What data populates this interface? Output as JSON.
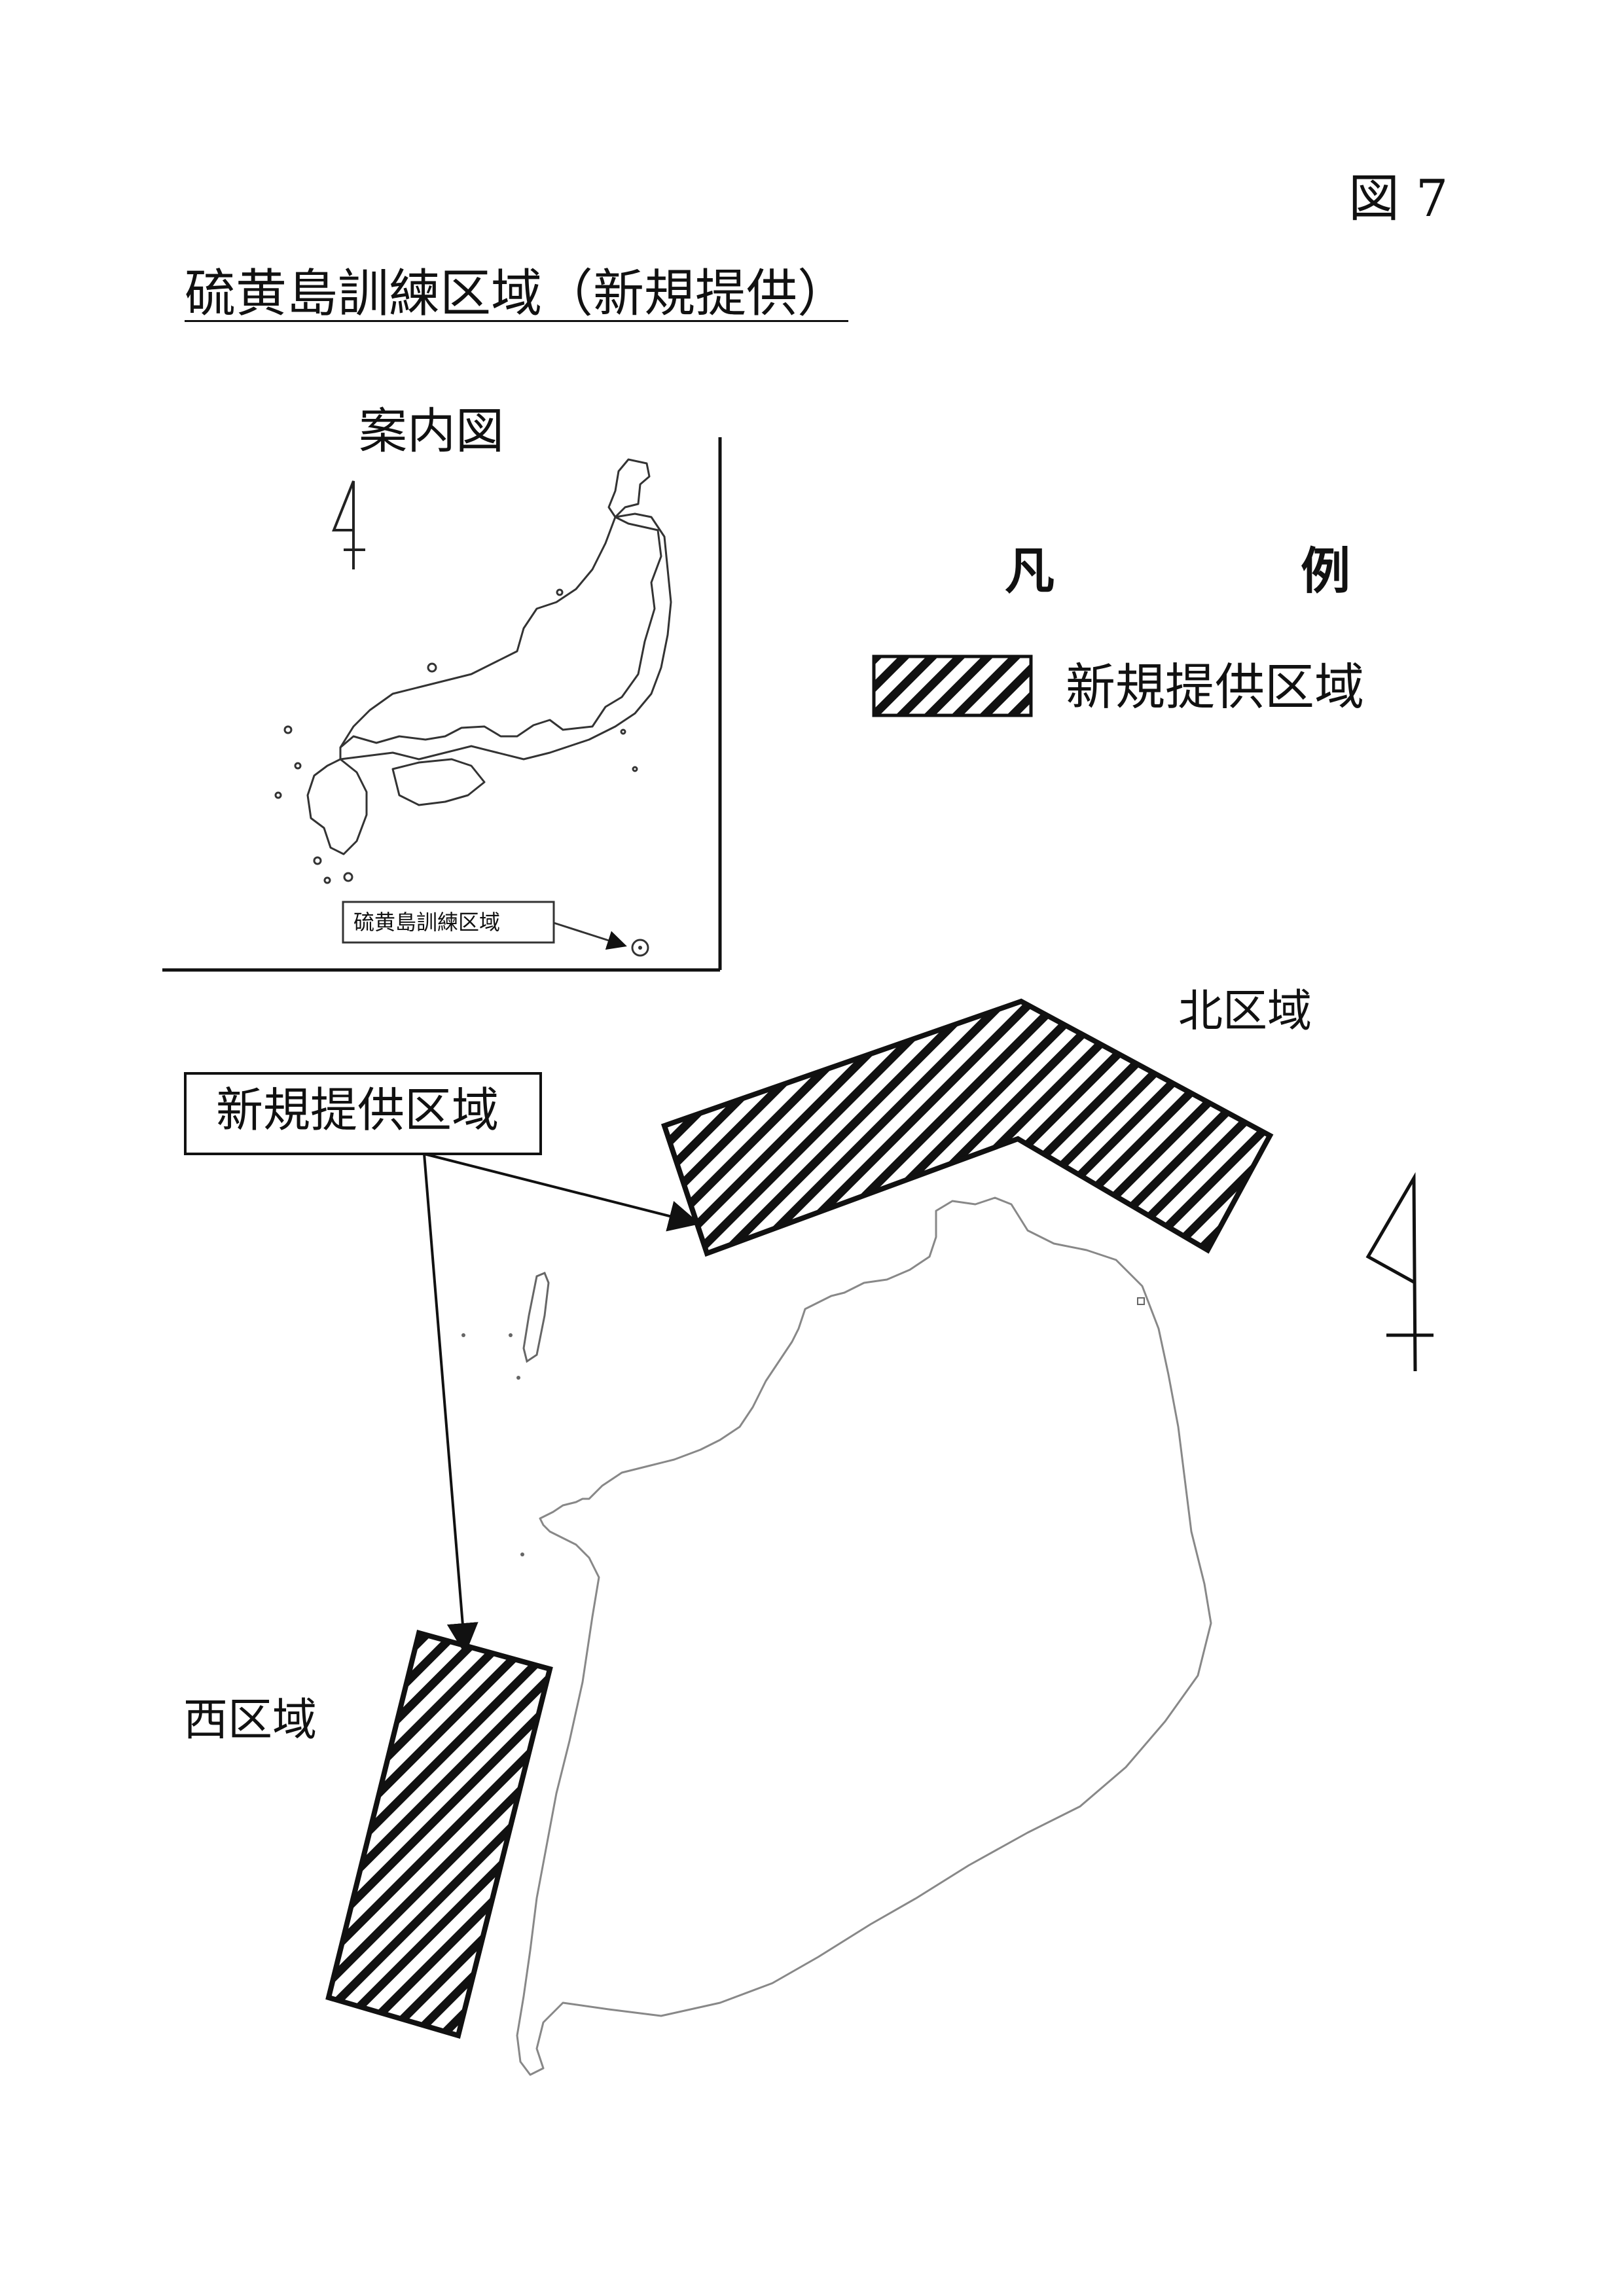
{
  "page": {
    "figure_number": "図 7",
    "title": "硫黄島訓練区域（新規提供）"
  },
  "inset_map": {
    "label": "案内図",
    "callout_label": "硫黄島訓練区域",
    "icons": [
      "north-arrow-icon",
      "japan-outline",
      "iwo-jima-marker-icon"
    ]
  },
  "legend": {
    "title": "凡　例",
    "items": [
      {
        "label": "新規提供区域",
        "pattern": "diagonal-hatch"
      }
    ]
  },
  "main_map": {
    "callout_label": "新規提供区域",
    "areas": [
      {
        "id": "north",
        "label": "北区域"
      },
      {
        "id": "west",
        "label": "西区域"
      }
    ],
    "icons": [
      "north-arrow-icon",
      "iwo-jima-outline"
    ]
  },
  "colors": {
    "ink": "#111111",
    "paper": "#ffffff",
    "coastline": "#888888"
  }
}
